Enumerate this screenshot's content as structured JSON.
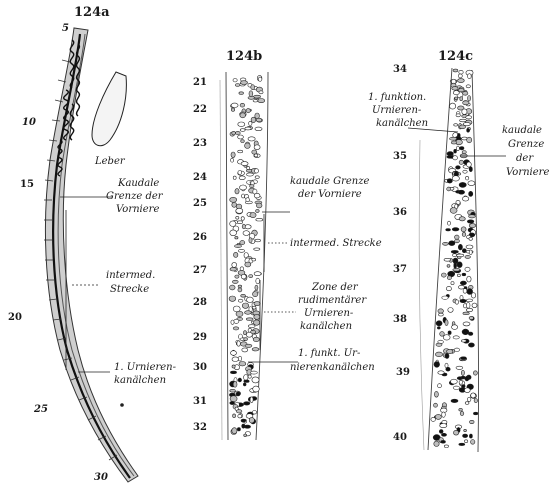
{
  "figures": {
    "a": {
      "heading": "124a",
      "segments": [
        "5",
        "10",
        "15",
        "20",
        "25",
        "30"
      ],
      "labels": {
        "leber": "Leber",
        "kaudale_1": "Kaudale",
        "kaudale_2": "Grenze der",
        "kaudale_3": "Vorniere",
        "intermed_1": "intermed.",
        "intermed_2": "Strecke",
        "urnieren_1": "1. Urnieren-",
        "urnieren_2": "kanälchen"
      }
    },
    "b": {
      "heading": "124b",
      "segments": [
        "21",
        "22",
        "23",
        "24",
        "25",
        "26",
        "27",
        "28",
        "29",
        "30",
        "31",
        "32"
      ],
      "labels": {
        "grenze_1": "kaudale Grenze",
        "grenze_2": "der Vorniere",
        "intermed": "intermed. Strecke",
        "zone_1": "Zone der",
        "zone_2": "rudimentärer",
        "zone_3": "Urnieren-",
        "zone_4": "kanälchen",
        "funkt_1": "1. funkt. Ur-",
        "funkt_2": "nierenkanälchen"
      }
    },
    "c": {
      "heading": "124c",
      "segments": [
        "34",
        "35",
        "36",
        "37",
        "38",
        "39",
        "40"
      ],
      "labels": {
        "funktion_1": "1. funktion.",
        "funktion_2": "Urnieren-",
        "funktion_3": "kanälchen",
        "grenze_1": "kaudale",
        "grenze_2": "Grenze",
        "grenze_3": "der",
        "grenze_4": "Vorniere"
      }
    }
  }
}
